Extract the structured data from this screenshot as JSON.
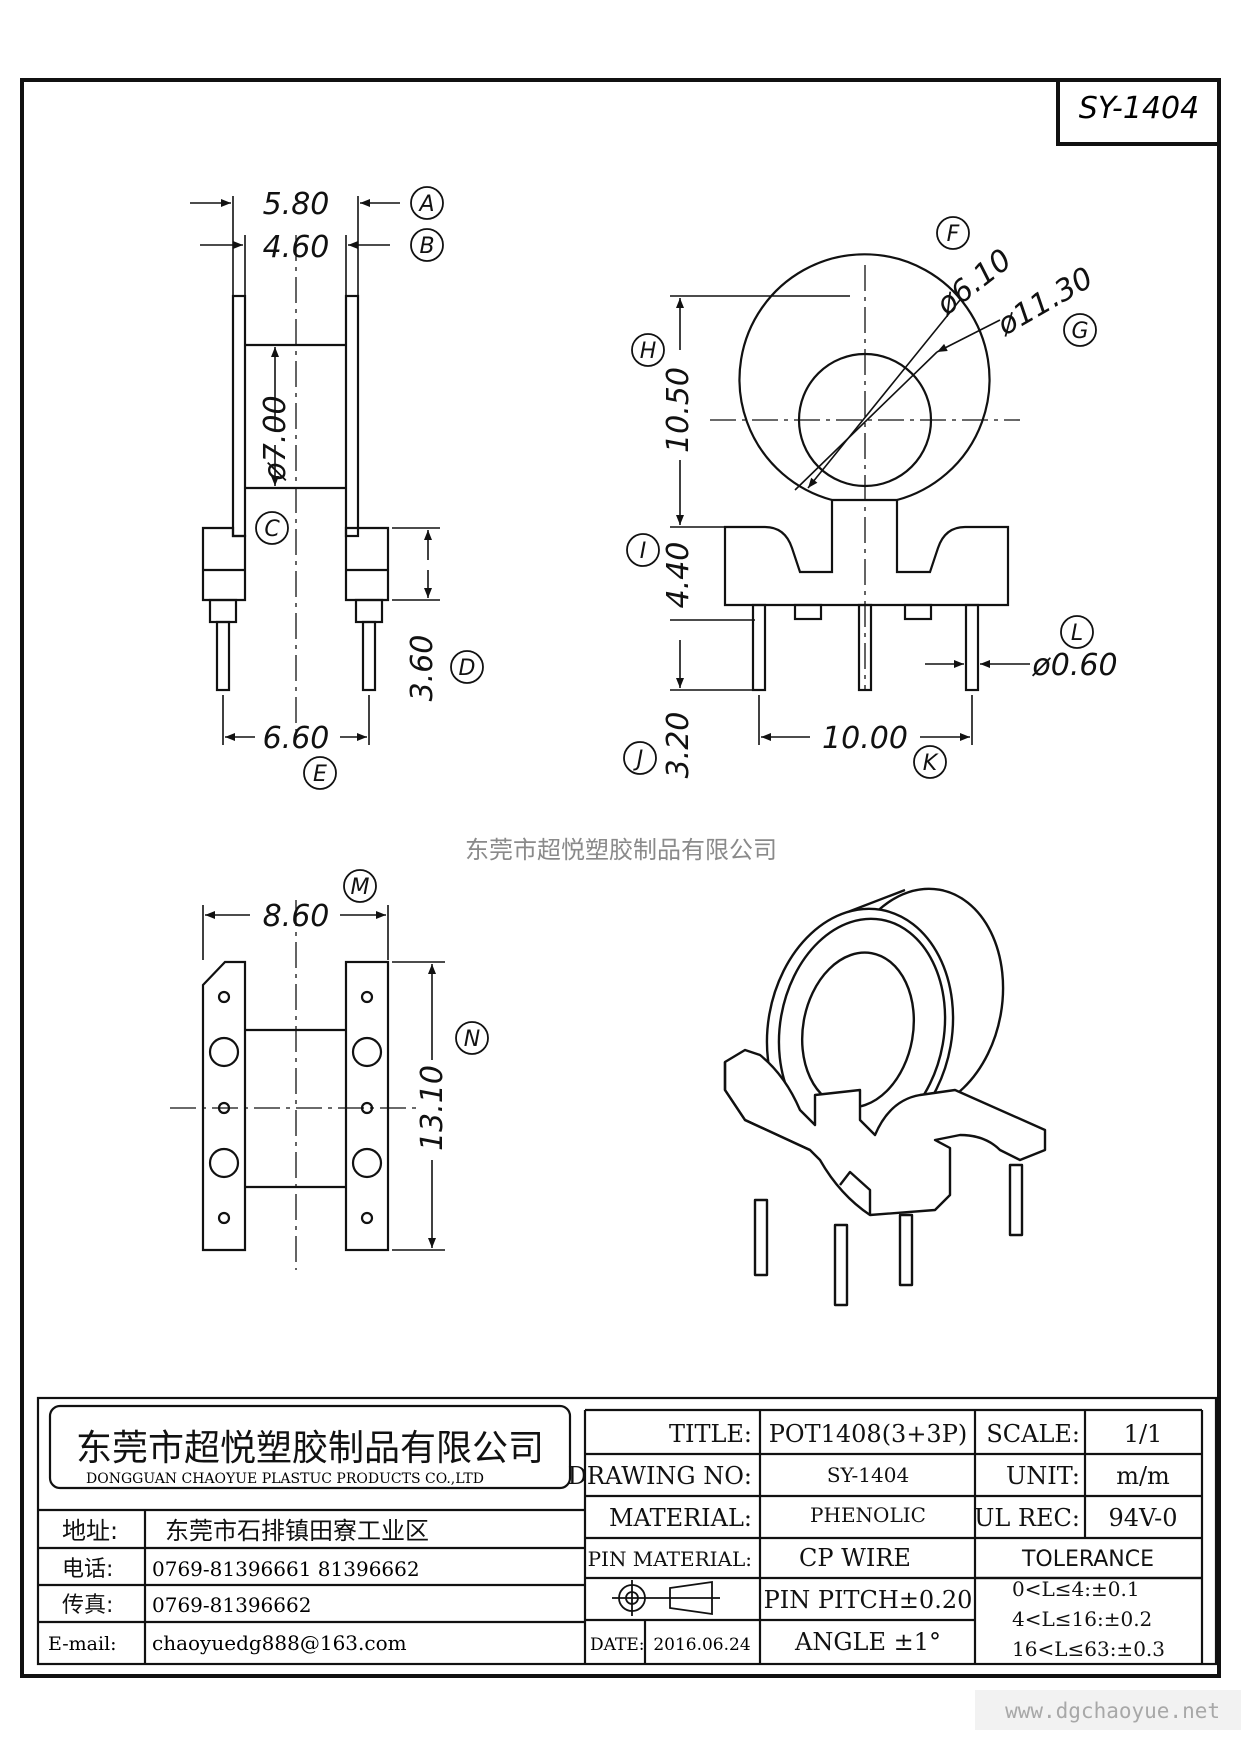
{
  "drawing_id": "SY-1404",
  "watermark": "东莞市超悦塑胶制品有限公司",
  "website": "www.dgchaoyue.net",
  "dimensions": {
    "A": "5.80",
    "B": "4.60",
    "bore": "ø7.00",
    "D": "3.60",
    "E": "6.60",
    "F": "ø6.10",
    "G": "ø11.30",
    "H": "10.50",
    "I": "4.40",
    "J": "3.20",
    "K": "10.00",
    "L": "ø0.60",
    "M": "8.60",
    "N": "13.10"
  },
  "callouts": [
    "A",
    "B",
    "C",
    "D",
    "E",
    "F",
    "G",
    "H",
    "I",
    "J",
    "K",
    "L",
    "M",
    "N"
  ],
  "company": {
    "name_cn": "东莞市超悦塑胶制品有限公司",
    "name_en": "DONGGUAN CHAOYUE PLASTUC PRODUCTS CO.,LTD",
    "address_label": "地址:",
    "address": "东莞市石排镇田寮工业区",
    "phone_label": "电话:",
    "phone": "0769-81396661   81396662",
    "fax_label": "传真:",
    "fax": "0769-81396662",
    "email_label": "E-mail:",
    "email": "chaoyuedg888@163.com"
  },
  "title_block": {
    "title_label": "TITLE:",
    "title": "POT1408(3+3P)",
    "scale_label": "SCALE:",
    "scale": "1/1",
    "drawing_no_label": "DRAWING NO:",
    "drawing_no": "SY-1404",
    "unit_label": "UNIT:",
    "unit": "m/m",
    "material_label": "MATERIAL:",
    "material": "PHENOLIC",
    "ul_label": "UL REC:",
    "ul": "94V-0",
    "pin_material_label": "PIN MATERIAL:",
    "pin_material": "CP WIRE",
    "tolerance_label": "TOLERANCE",
    "pin_pitch": "PIN PITCH±0.20",
    "tol_1": "0<L≤4:±0.1",
    "tol_2": "4<L≤16:±0.2",
    "tol_3": "16<L≤63:±0.3",
    "date_label": "DATE:",
    "date": "2016.06.24",
    "angle": "ANGLE  ±1°"
  }
}
